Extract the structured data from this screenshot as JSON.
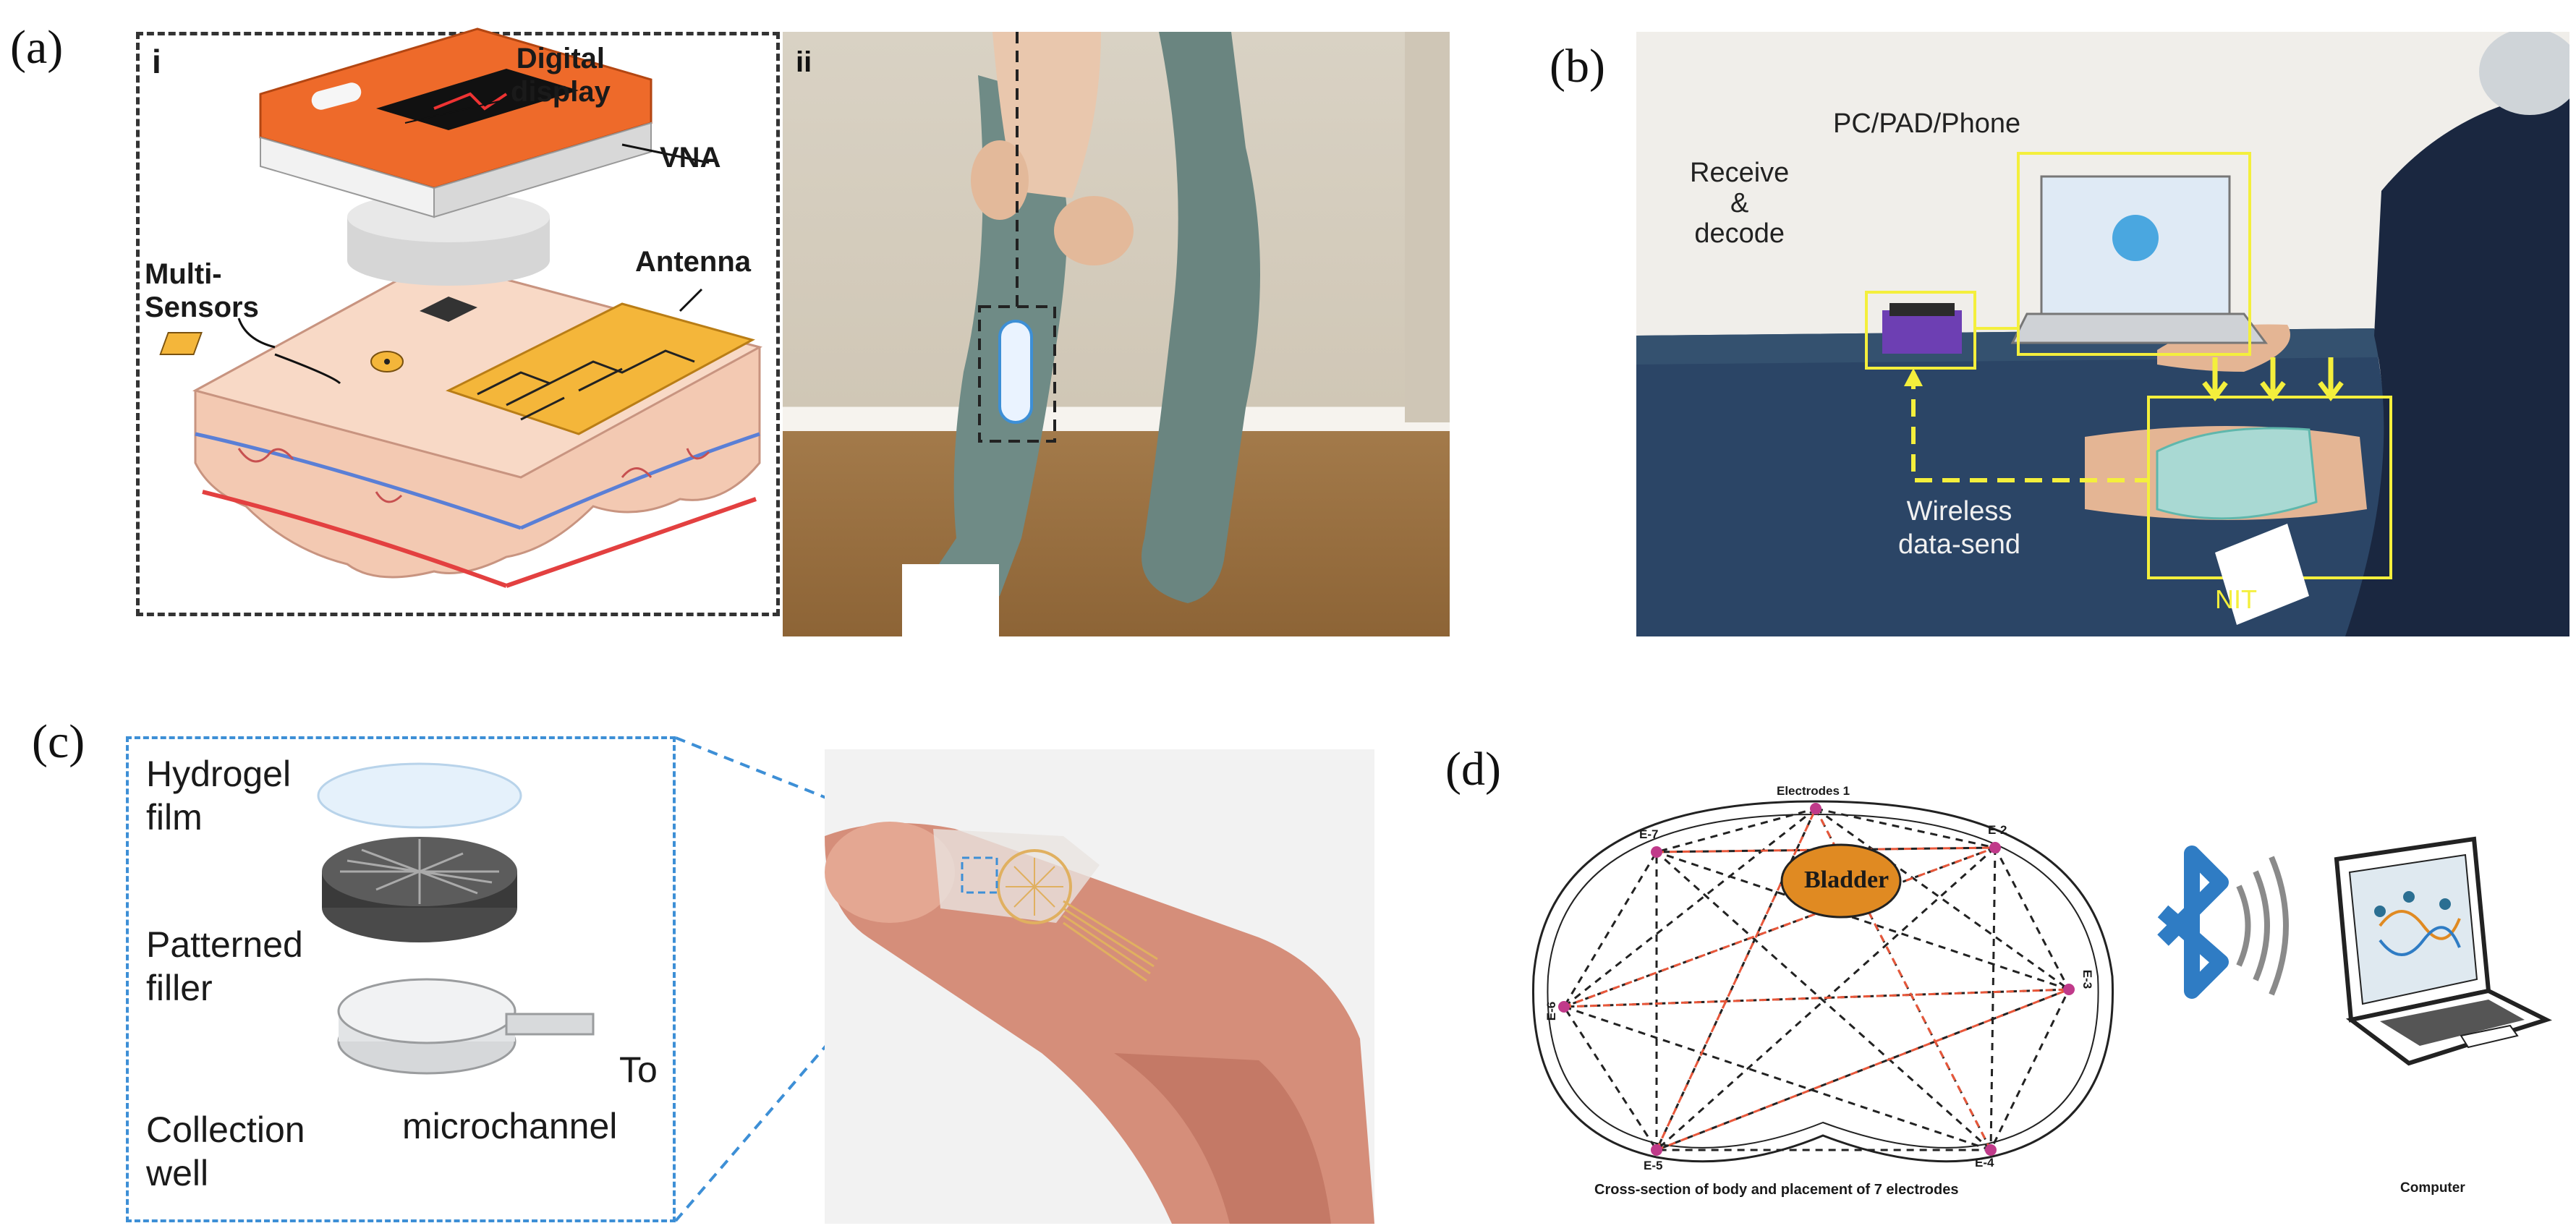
{
  "figure": {
    "panels": {
      "a": {
        "letter": "(a)",
        "sub_i": "i",
        "sub_ii": "ii",
        "labels": {
          "digital_display": "Digital\ndisplay",
          "vna": "VNA",
          "multi_sensors": "Multi-\nSensors",
          "antenna": "Antenna"
        }
      },
      "b": {
        "letter": "(b)",
        "labels": {
          "pc_pad_phone": "PC/PAD/Phone",
          "receive_decode": "Receive\n&\ndecode",
          "wireless": "Wireless\ndata-send",
          "nit": "NIT"
        }
      },
      "c": {
        "letter": "(c)",
        "labels": {
          "hydrogel": "Hydrogel\nfilm",
          "patterned": "Patterned\nfiller",
          "collection": "Collection\nwell",
          "to": "To",
          "microchannel": "microchannel"
        }
      },
      "d": {
        "letter": "(d)",
        "labels": {
          "electrodes1": "Electrodes 1",
          "e2": "E-2",
          "e3": "E-3",
          "e4": "E-4",
          "e5": "E-5",
          "e6": "E-6",
          "e7": "E-7",
          "bladder": "Bladder",
          "caption": "Cross-section of body and placement of  7 electrodes",
          "computer": "Computer"
        }
      }
    },
    "colors": {
      "device_orange": "#ee6a2a",
      "antenna_yellow": "#f4b63a",
      "skin": "#f3c9b2",
      "table_blue": "#2b4566",
      "highlight_yellow": "#f4ef3c",
      "inset_blue": "#3d8fd6",
      "bluetooth_blue": "#2f7cc4",
      "bladder_orange": "#e08a22"
    }
  }
}
